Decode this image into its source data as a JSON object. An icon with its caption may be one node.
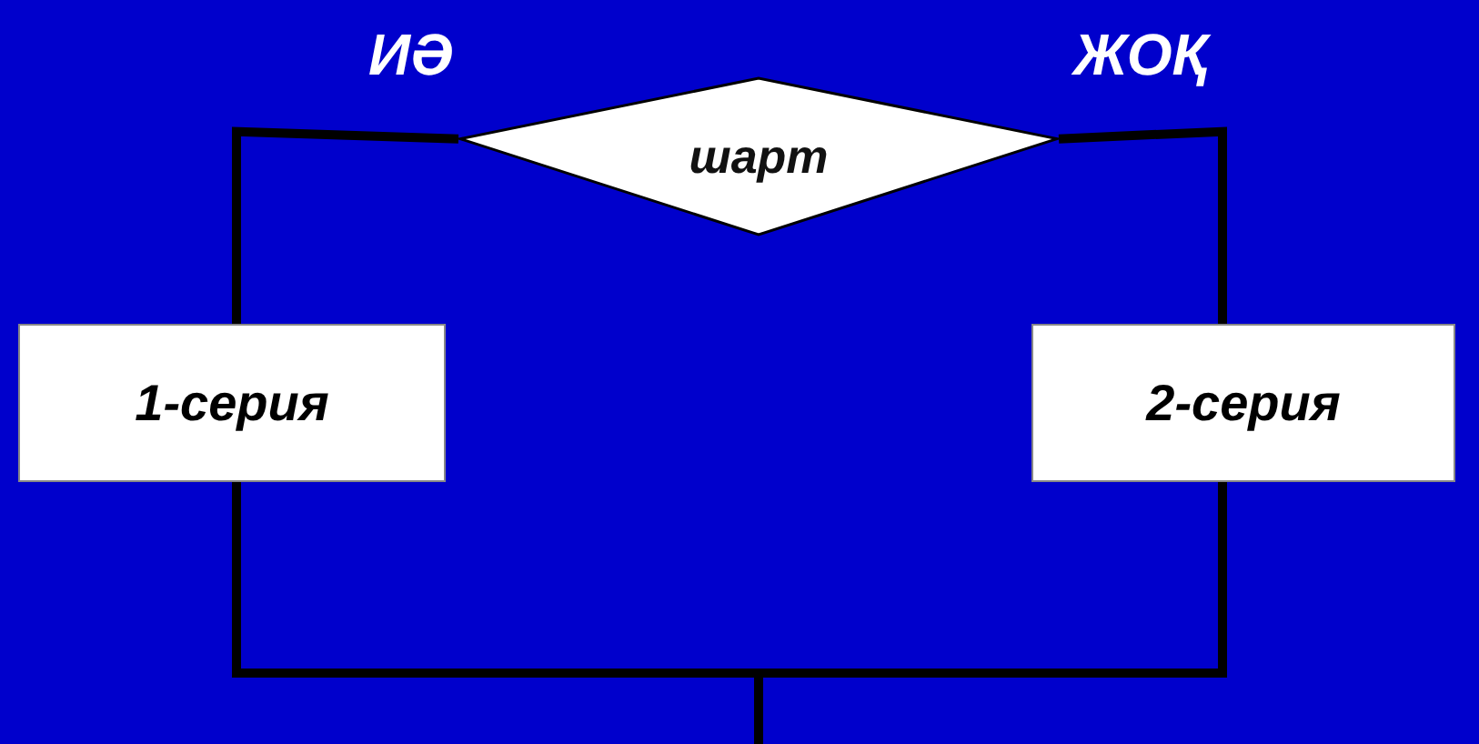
{
  "diagram": {
    "nodes": [
      {
        "text": [
          "шарт"
        ]
      },
      {
        "text": [
          "1-серия"
        ]
      },
      {
        "text": [
          "2-серия"
        ]
      }
    ],
    "edges": [
      {
        "from": 0,
        "to": 1,
        "arrow": "none",
        "label": "ИӘ"
      },
      {
        "from": 0,
        "to": 2,
        "arrow": "none",
        "label": "ЖОҚ"
      },
      {
        "from": 1,
        "to": null,
        "arrow": "none"
      },
      {
        "from": 2,
        "to": null,
        "arrow": "none"
      }
    ]
  }
}
